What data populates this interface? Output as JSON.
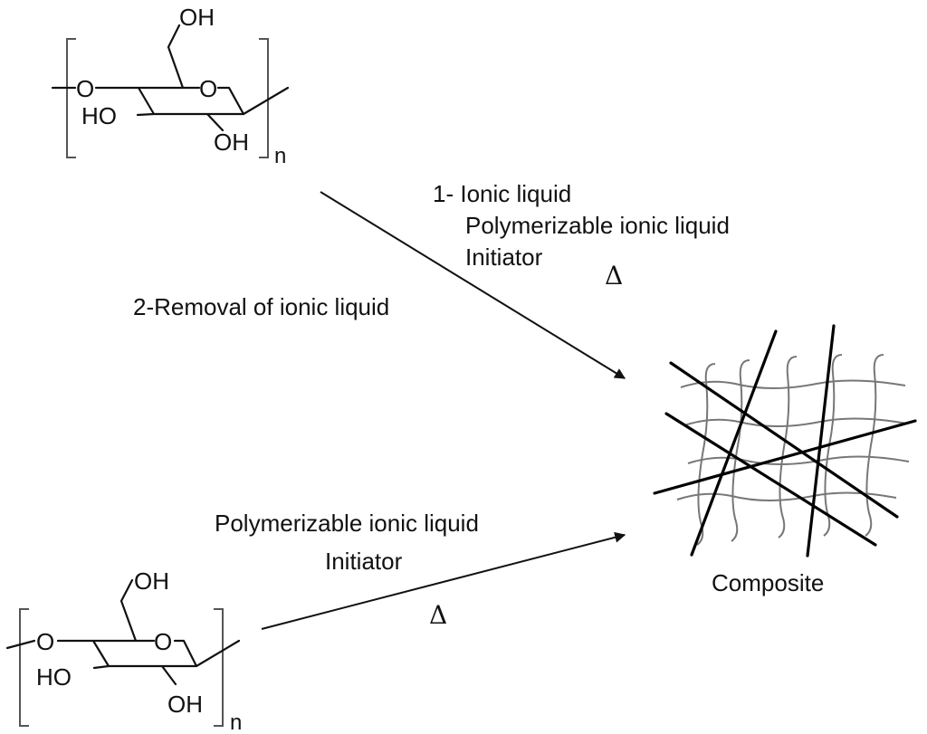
{
  "molecules": [
    {
      "atoms": {
        "ring_o": "O",
        "link_o": "O",
        "ch2oh": "OH",
        "ho": "HO",
        "oh": "OH"
      },
      "repeat": "n"
    },
    {
      "atoms": {
        "ring_o": "O",
        "link_o": "O",
        "ch2oh": "OH",
        "ho": "HO",
        "oh": "OH"
      },
      "repeat": "n"
    }
  ],
  "top_reaction": {
    "line1": "1- Ionic liquid",
    "line2": "Polymerizable ionic liquid",
    "line3": "Initiator",
    "heat": "Δ",
    "step2": "2-Removal of ionic liquid"
  },
  "bottom_reaction": {
    "line1": "Polymerizable ionic liquid",
    "line2": "Initiator",
    "heat": "Δ"
  },
  "product": {
    "label": "Composite"
  }
}
